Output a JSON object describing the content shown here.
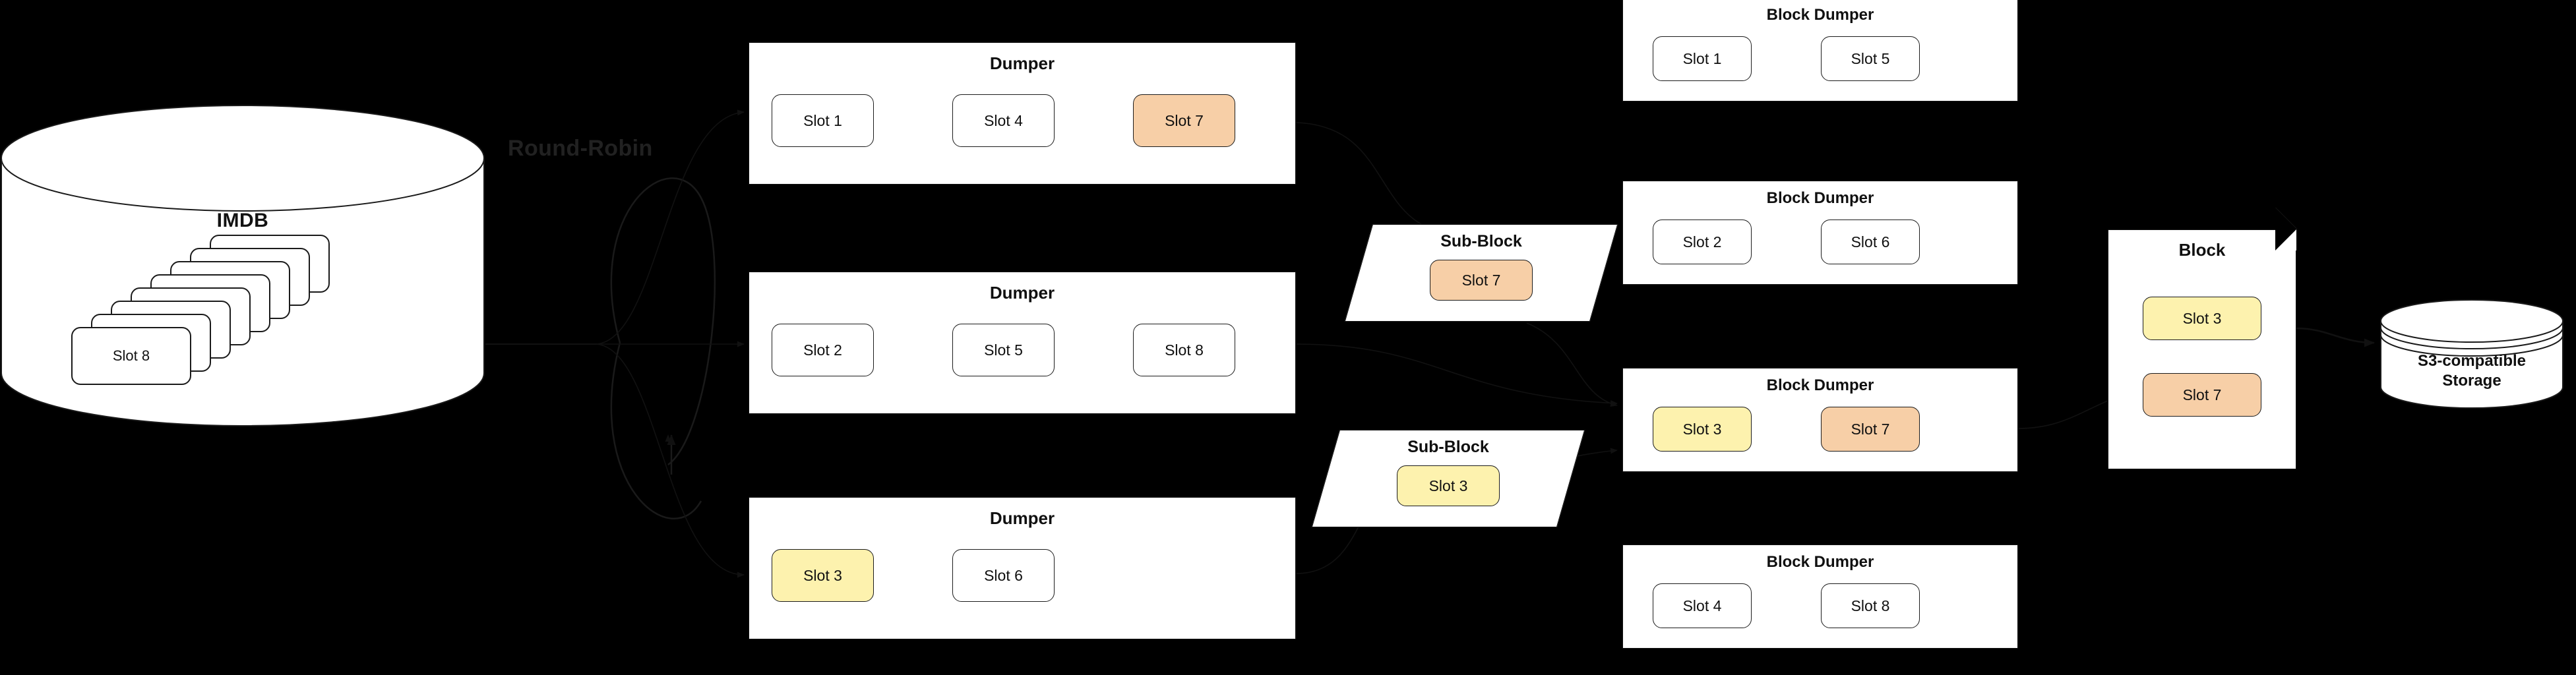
{
  "theme": {
    "background": "#000000",
    "panel_fill": "#ffffff",
    "stroke": "#111111",
    "text": "#101010",
    "muted_text": "#212121",
    "highlight_yellow": "#FDF2AE",
    "highlight_orange": "#F7CFA7"
  },
  "source": {
    "name": "imdb-cylinder",
    "title": "IMDB",
    "stack_front_label": "Slot 8",
    "stack_count": 8
  },
  "distribution": {
    "label": "Round-Robin"
  },
  "dumpers": [
    {
      "title": "Dumper",
      "slots": [
        {
          "label": "Slot 1",
          "color": "none"
        },
        {
          "label": "Slot 4",
          "color": "none"
        },
        {
          "label": "Slot 7",
          "color": "orange"
        }
      ]
    },
    {
      "title": "Dumper",
      "slots": [
        {
          "label": "Slot 2",
          "color": "none"
        },
        {
          "label": "Slot 5",
          "color": "none"
        },
        {
          "label": "Slot 8",
          "color": "none"
        }
      ]
    },
    {
      "title": "Dumper",
      "slots": [
        {
          "label": "Slot 3",
          "color": "yellow"
        },
        {
          "label": "Slot 6",
          "color": "none"
        }
      ]
    }
  ],
  "sub_blocks": [
    {
      "title": "Sub-Block",
      "slot": {
        "label": "Slot 7",
        "color": "orange"
      }
    },
    {
      "title": "Sub-Block",
      "slot": {
        "label": "Slot 3",
        "color": "yellow"
      }
    }
  ],
  "block_dumpers": [
    {
      "title": "Block Dumper",
      "slots": [
        {
          "label": "Slot 1",
          "color": "none"
        },
        {
          "label": "Slot 5",
          "color": "none"
        }
      ]
    },
    {
      "title": "Block Dumper",
      "slots": [
        {
          "label": "Slot 2",
          "color": "none"
        },
        {
          "label": "Slot 6",
          "color": "none"
        }
      ]
    },
    {
      "title": "Block Dumper",
      "slots": [
        {
          "label": "Slot 3",
          "color": "yellow"
        },
        {
          "label": "Slot 7",
          "color": "orange"
        }
      ]
    },
    {
      "title": "Block Dumper",
      "slots": [
        {
          "label": "Slot 4",
          "color": "none"
        },
        {
          "label": "Slot 8",
          "color": "none"
        }
      ]
    }
  ],
  "block": {
    "title": "Block",
    "slots": [
      {
        "label": "Slot 3",
        "color": "yellow"
      },
      {
        "label": "Slot 7",
        "color": "orange"
      }
    ]
  },
  "sink": {
    "name": "s3-storage-cylinder",
    "title_line_1": "S3-compatible",
    "title_line_2": "Storage"
  }
}
